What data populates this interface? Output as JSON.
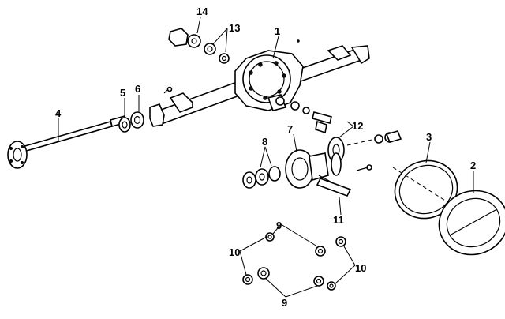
{
  "callouts": {
    "c1": "1",
    "c2": "2",
    "c3": "3",
    "c4": "4",
    "c5": "5",
    "c6": "6",
    "c7": "7",
    "c8": "8",
    "c9a": "9",
    "c9b": "9",
    "c10a": "10",
    "c10b": "10",
    "c11": "11",
    "c12": "12",
    "c13": "13",
    "c14": "14"
  }
}
